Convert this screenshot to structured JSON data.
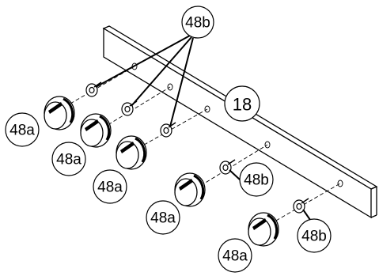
{
  "diagram": {
    "panel_label": "18",
    "knob_label": "48a",
    "washer_label": "48b"
  }
}
